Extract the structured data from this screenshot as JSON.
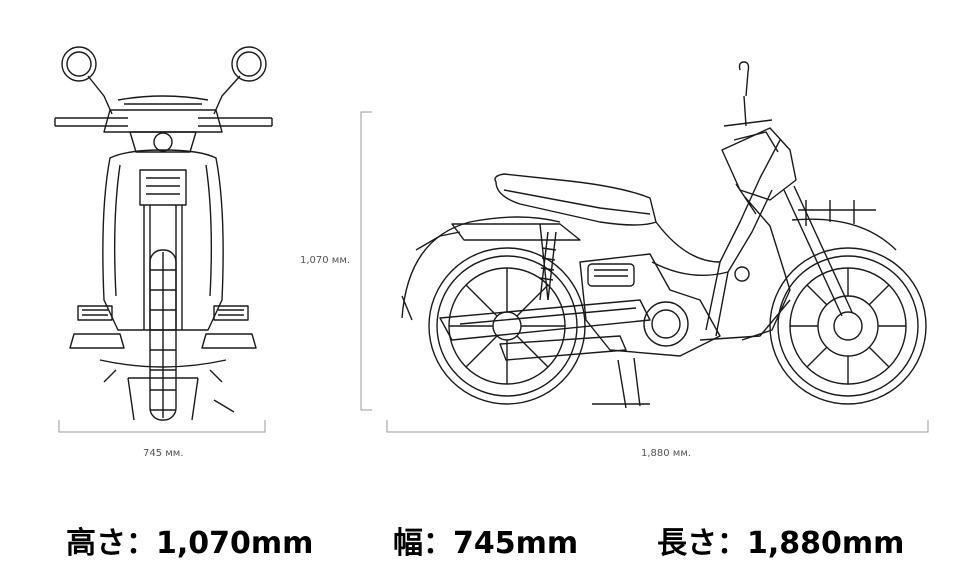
{
  "dimensions": {
    "width_label": "745 мм.",
    "height_label": "1,070 мм.",
    "length_label": "1,880 мм."
  },
  "specs": {
    "height": "高さ：1,070mm",
    "width": "幅：745mm",
    "length": "長さ：1,880mm"
  },
  "colors": {
    "line": "#1a1a1a",
    "dim_line": "#999999",
    "text": "#000000"
  }
}
